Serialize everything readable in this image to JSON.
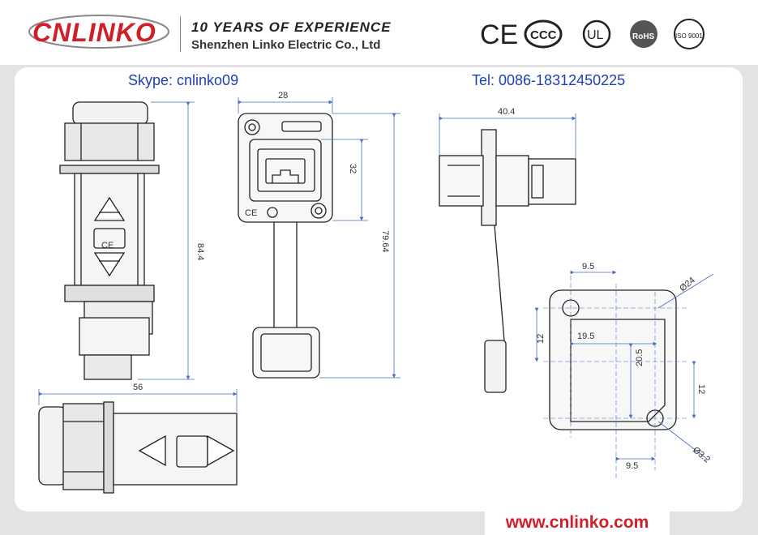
{
  "header": {
    "logo_text": "CNLINKO",
    "tagline": "10 YEARS OF EXPERIENCE",
    "company": "Shenzhen Linko Electric Co., Ltd",
    "certifications": [
      "CE",
      "CCC",
      "UL",
      "RoHS",
      "ISO 9001"
    ]
  },
  "contact": {
    "skype": "Skype: cnlinko09",
    "tel": "Tel: 0086-18312450225"
  },
  "dimensions": {
    "side_height": "84.4",
    "front_width": "28",
    "front_port_height": "32",
    "front_total_height": "79.64",
    "side_depth": "40.4",
    "top_length": "56",
    "panel_hole_offset_top": "9.5",
    "panel_hole_offset_bottom": "9.5",
    "panel_diameter": "Ø24",
    "panel_hole_diameter": "Ø3.2",
    "panel_left_12": "12",
    "panel_right_12": "12",
    "panel_cutout_width": "19.5",
    "panel_cutout_height": "20.5"
  },
  "product_marks": {
    "side_mark": "CE",
    "front_mark": "CE"
  },
  "footer": {
    "website": "www.cnlinko.com"
  }
}
